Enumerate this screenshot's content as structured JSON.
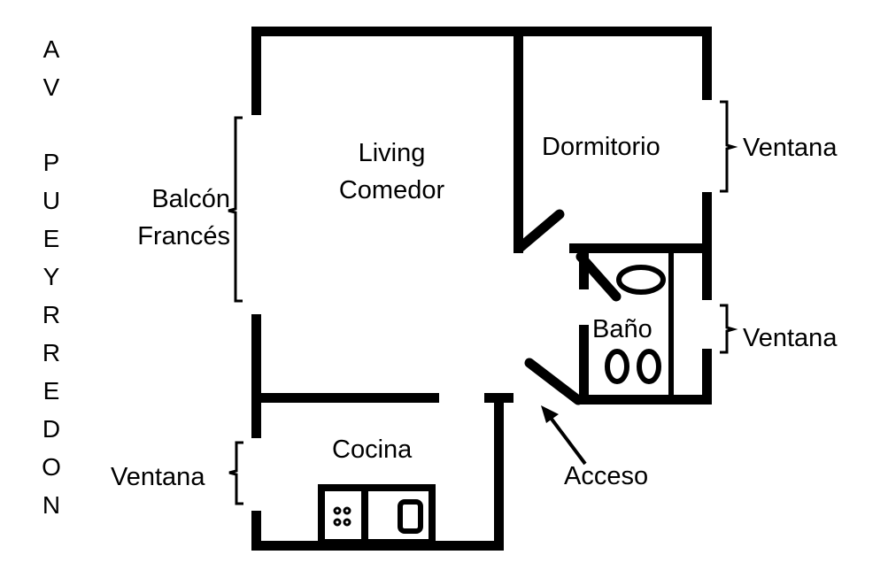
{
  "street": {
    "letters": [
      "A",
      "V",
      "P",
      "U",
      "E",
      "Y",
      "R",
      "R",
      "E",
      "D",
      "O",
      "N"
    ]
  },
  "rooms": {
    "living": [
      "Living",
      "Comedor"
    ],
    "dormitorio": "Dormitorio",
    "bano": "Baño",
    "cocina": "Cocina"
  },
  "openings": {
    "balcon": [
      "Balcón",
      "Francés"
    ],
    "ventana_dormitorio": "Ventana",
    "ventana_bano": "Ventana",
    "ventana_cocina": "Ventana",
    "acceso": "Acceso"
  }
}
